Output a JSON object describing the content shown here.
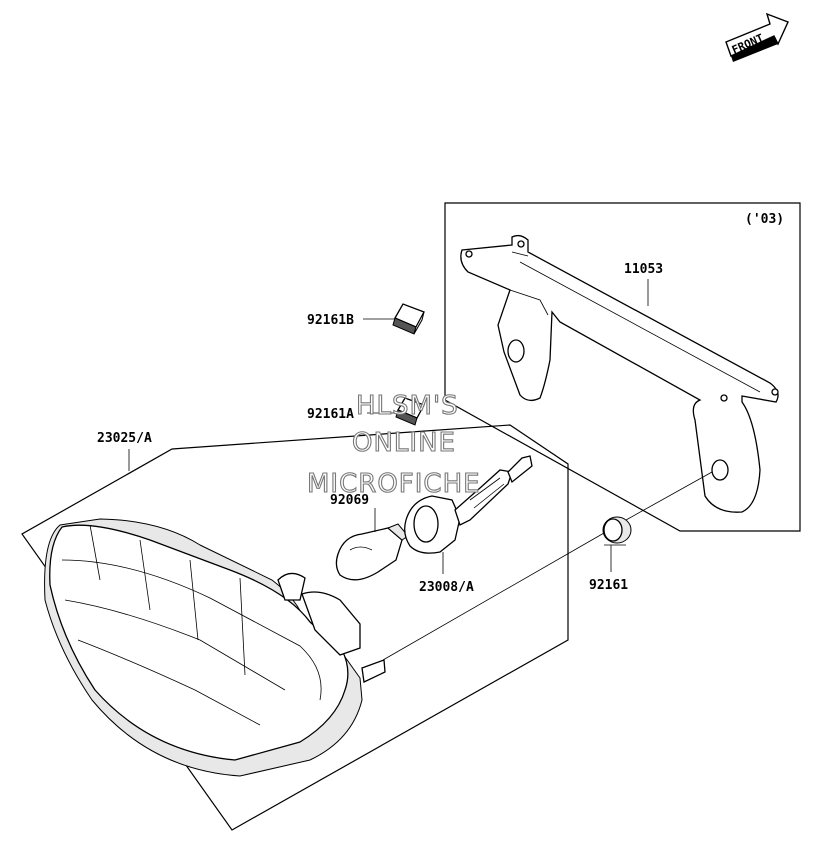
{
  "front_indicator": {
    "text": "FRONT"
  },
  "year_note": "('03)",
  "part_labels": {
    "p11053": "11053",
    "p92161B": "92161B",
    "p92161A": "92161A",
    "p23025A": "23025/A",
    "p92069": "92069",
    "p23008A": "23008/A",
    "p92161": "92161"
  },
  "watermark": {
    "line1": "HLSM'S",
    "line2": "ONLINE",
    "line3": "MICROFICHE"
  }
}
